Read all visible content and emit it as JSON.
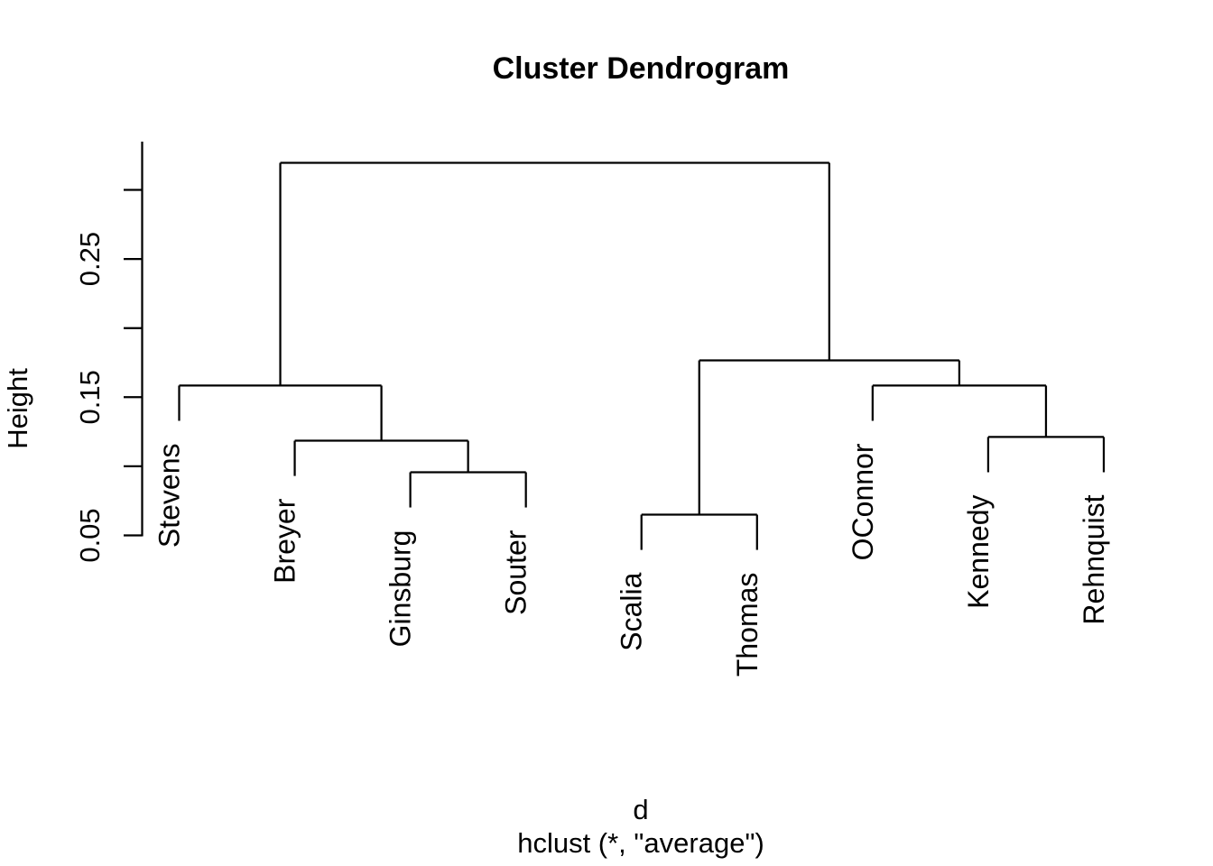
{
  "title": "Cluster Dendrogram",
  "axis": {
    "ylabel": "Height",
    "ticks": [
      {
        "value": 0.05,
        "label": "0.05"
      },
      {
        "value": 0.1,
        "label": ""
      },
      {
        "value": 0.15,
        "label": "0.15"
      },
      {
        "value": 0.2,
        "label": ""
      },
      {
        "value": 0.25,
        "label": "0.25"
      },
      {
        "value": 0.3,
        "label": ""
      }
    ]
  },
  "footer": {
    "xlabel": "d",
    "subtitle": "hclust (*, \"average\")"
  },
  "chart_data": {
    "type": "dendrogram",
    "title": "Cluster Dendrogram",
    "xlabel": "d",
    "ylabel": "Height",
    "subtitle": "hclust (*, \"average\")",
    "clustering_method": "average",
    "leaves": [
      "Stevens",
      "Breyer",
      "Ginsburg",
      "Souter",
      "Scalia",
      "Thomas",
      "OConnor",
      "Kennedy",
      "Rehnquist"
    ],
    "ylim": [
      0.05,
      0.32
    ],
    "yticks_labeled": [
      0.05,
      0.15,
      0.25
    ],
    "hang": 0.0255,
    "leaf_label_gap_frac": 0.0163,
    "merges": {
      "height": 0.3196,
      "children": [
        {
          "height": 0.1584,
          "children": [
            {
              "leaf": "Stevens"
            },
            {
              "height": 0.1185,
              "children": [
                {
                  "leaf": "Breyer"
                },
                {
                  "height": 0.0957,
                  "children": [
                    {
                      "leaf": "Ginsburg"
                    },
                    {
                      "leaf": "Souter"
                    }
                  ]
                }
              ]
            }
          ]
        },
        {
          "height": 0.1766,
          "children": [
            {
              "height": 0.065,
              "children": [
                {
                  "leaf": "Scalia"
                },
                {
                  "leaf": "Thomas"
                }
              ]
            },
            {
              "height": 0.1584,
              "children": [
                {
                  "leaf": "OConnor"
                },
                {
                  "height": 0.1212,
                  "children": [
                    {
                      "leaf": "Kennedy"
                    },
                    {
                      "leaf": "Rehnquist"
                    }
                  ]
                }
              ]
            }
          ]
        }
      ]
    },
    "colors": {
      "line": "#000000",
      "text": "#000000",
      "background": "#ffffff"
    },
    "legend": null,
    "grid": false
  }
}
